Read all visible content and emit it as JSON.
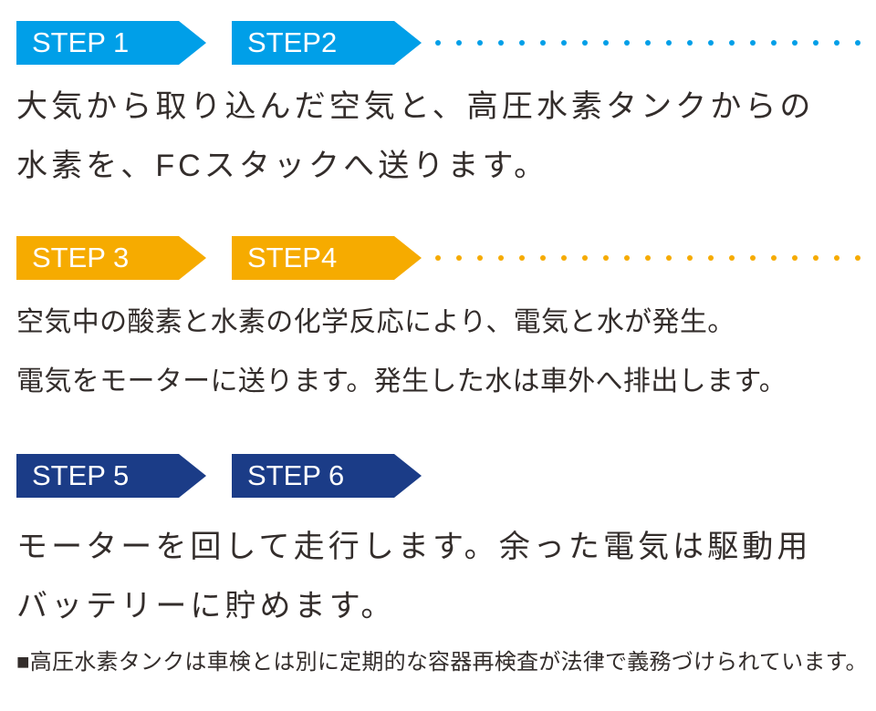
{
  "colors": {
    "blue": "#009FE8",
    "orange": "#F6AB00",
    "navy": "#1B3C87",
    "text": "#332D2B"
  },
  "sections": [
    {
      "id": "step-1-2",
      "color": "#009FE8",
      "badges": [
        "STEP 1",
        "STEP2"
      ],
      "dots": 21,
      "lines": [
        "大気から取り込んだ空気と、高圧水素タンクからの",
        "水素を、FCスタックへ送ります。"
      ]
    },
    {
      "id": "step-3-4",
      "color": "#F6AB00",
      "badges": [
        "STEP 3",
        "STEP4"
      ],
      "dots": 21,
      "lines": [
        "空気中の酸素と水素の化学反応により、電気と水が発生。",
        "電気をモーターに送ります。発生した水は車外へ排出します。"
      ]
    },
    {
      "id": "step-5-6",
      "color": "#1B3C87",
      "badges": [
        "STEP 5",
        "STEP 6"
      ],
      "dots": 0,
      "lines": [
        "モーターを回して走行します。余った電気は駆動用",
        "バッテリーに貯めます。"
      ]
    }
  ],
  "footnote": "■高圧水素タンクは車検とは別に定期的な容器再検査が法律で義務づけられています。"
}
